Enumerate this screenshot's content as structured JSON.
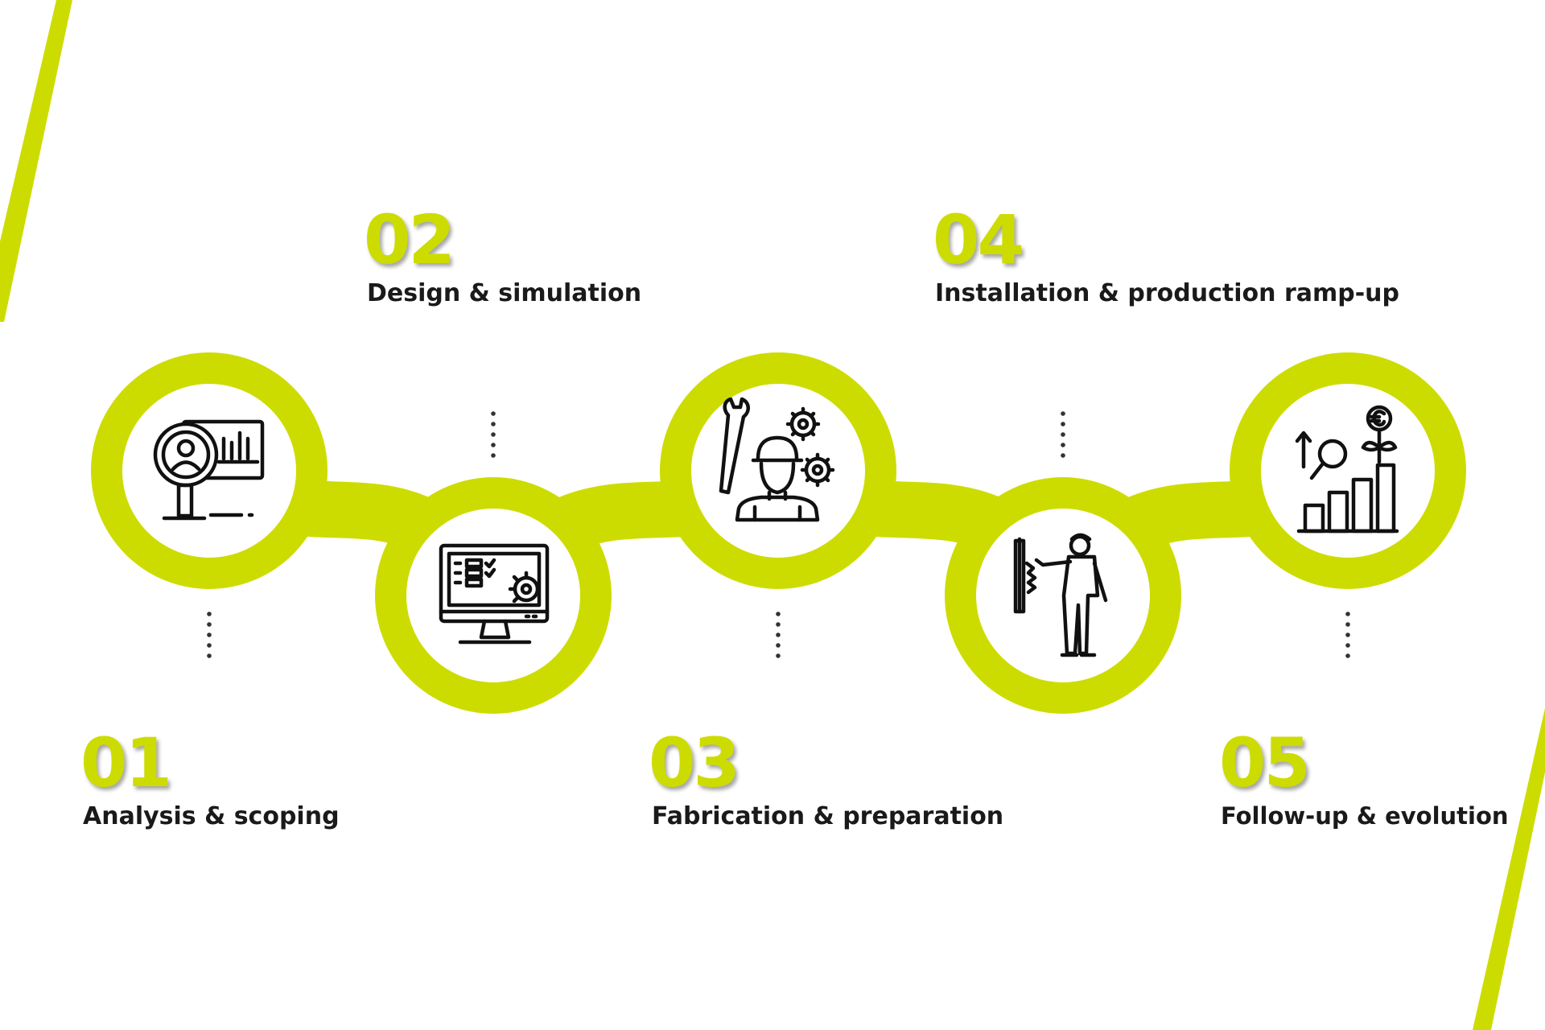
{
  "colors": {
    "accent": "#cddc00",
    "ink": "#1a1a1a",
    "background": "#ffffff"
  },
  "steps": [
    {
      "number": "01",
      "title": "Analysis & scoping",
      "icon": "analysis-magnifier-chart-icon"
    },
    {
      "number": "02",
      "title": "Design & simulation",
      "icon": "monitor-gear-icon"
    },
    {
      "number": "03",
      "title": "Fabrication & preparation",
      "icon": "worker-wrench-gears-icon"
    },
    {
      "number": "04",
      "title": "Installation & production ramp-up",
      "icon": "worker-installing-icon"
    },
    {
      "number": "05",
      "title": "Follow-up & evolution",
      "icon": "growth-chart-euro-icon"
    }
  ]
}
